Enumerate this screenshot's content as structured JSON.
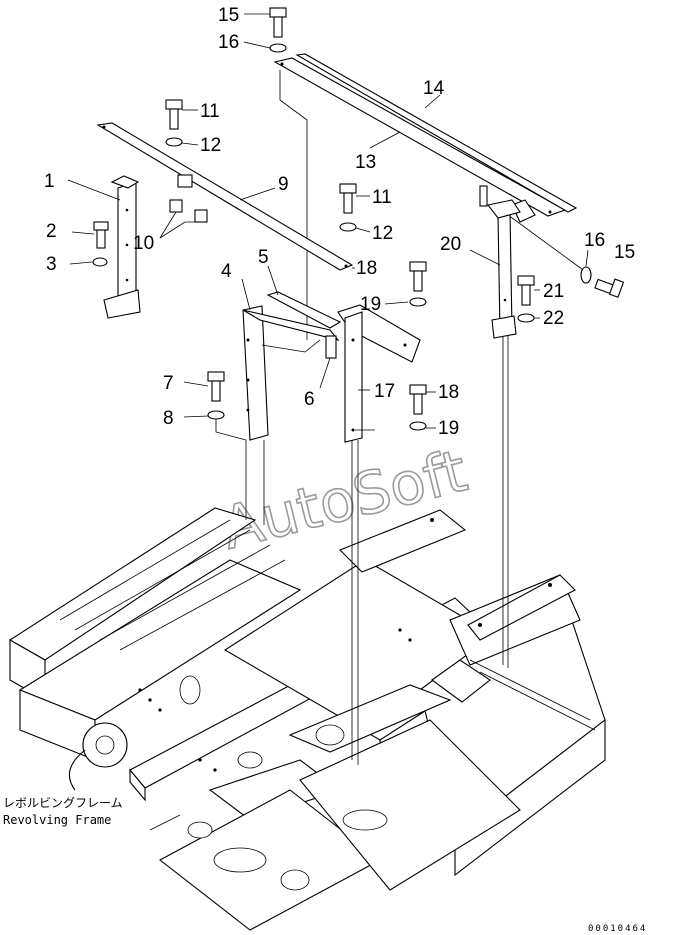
{
  "callouts": [
    "1",
    "2",
    "3",
    "4",
    "5",
    "6",
    "7",
    "8",
    "9",
    "10",
    "11",
    "12",
    "13",
    "14",
    "15",
    "16",
    "17",
    "18",
    "19",
    "20",
    "21",
    "22",
    "11",
    "12",
    "15",
    "16",
    "18",
    "19"
  ],
  "frame_label": {
    "japanese": "レボルビングフレーム",
    "english": "Revolving Frame"
  },
  "watermark": "AutoSoft",
  "document_number": "00010464"
}
